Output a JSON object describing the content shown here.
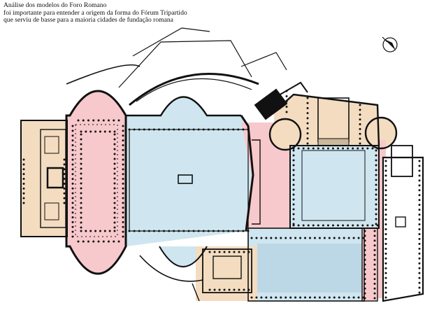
{
  "caption": {
    "line1": "Análise dos modelos do Foro Romano",
    "line2": "foi importante para entender a origem da forma do Fórum Tripartido",
    "line3": "que serviu de basse para a maioria cidades de fundação romana"
  },
  "colors": {
    "basilica_pink": "#f7c9cc",
    "forum_blue": "#cfe6f0",
    "temple_beige": "#f3dcc0",
    "wall": "#111111",
    "paper": "#ffffff"
  },
  "icons": {
    "north": "compass-north-arrow-icon"
  }
}
